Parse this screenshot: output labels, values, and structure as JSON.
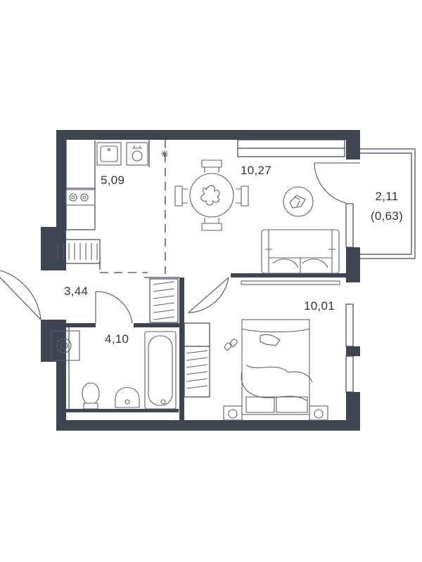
{
  "floorplan": {
    "rooms": [
      {
        "id": "kitchen",
        "area": "5,09"
      },
      {
        "id": "living",
        "area": "10,27"
      },
      {
        "id": "balcony",
        "area": "2,11",
        "area_reduced": "(0,63)"
      },
      {
        "id": "hallway",
        "area": "3,44"
      },
      {
        "id": "bathroom",
        "area": "4,10"
      },
      {
        "id": "bedroom",
        "area": "10,01"
      }
    ],
    "colors": {
      "wall": "#3f4451",
      "line": "#5a5f6a",
      "text": "#2f3340"
    }
  }
}
